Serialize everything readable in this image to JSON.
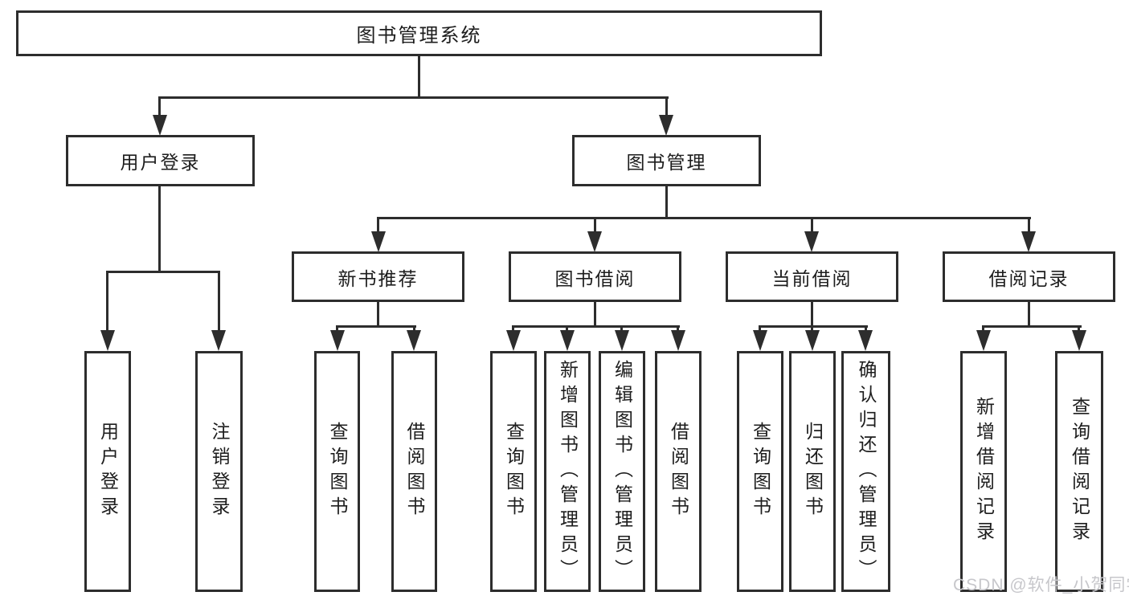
{
  "diagram": {
    "root": {
      "label": "图书管理系统"
    },
    "branches": [
      {
        "label": "用户登录",
        "leaves": [
          "用户登录",
          "注销登录"
        ]
      },
      {
        "label": "图书管理",
        "groups": [
          {
            "label": "新书推荐",
            "leaves": [
              "查询图书",
              "借阅图书"
            ]
          },
          {
            "label": "图书借阅",
            "leaves": [
              "查询图书",
              "新增图书（管理员）",
              "编辑图书（管理员）",
              "借阅图书"
            ]
          },
          {
            "label": "当前借阅",
            "leaves": [
              "查询图书",
              "归还图书",
              "确认归还（管理员）"
            ]
          },
          {
            "label": "借阅记录",
            "leaves": [
              "新增借阅记录",
              "查询借阅记录"
            ]
          }
        ]
      }
    ]
  },
  "colors": {
    "line": "#2d2d2d",
    "text": "#1d1d1d",
    "watermark": "#c7c7cb"
  },
  "watermark": {
    "text": "CSDN @软件_小贺同学"
  }
}
